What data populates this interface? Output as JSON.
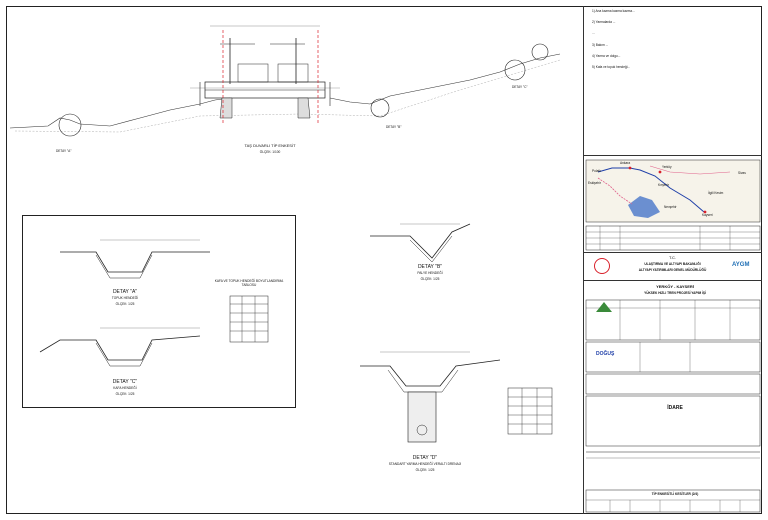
{
  "notes": [
    "1) Ana kazma kazma kazma...",
    "2) Yarmalarda ...",
    "...",
    "3) Bakım ...",
    "4) Yarma ve dolgu...",
    "5) Kafa ve topuk hendeği..."
  ],
  "main_section": {
    "title": "TAŞ DUVARLI TİP ENKESİT",
    "scale": "ÖLÇEK: 1/100",
    "detail_a_tag": "DETAY \"A\"",
    "detail_b_tag": "DETAY \"B\"",
    "detail_c_tag": "DETAY \"C\""
  },
  "detail_a": {
    "title": "DETAY \"A\"",
    "sub": "TOPUK HENDEĞİ",
    "scale": "ÖLÇEK: 1/25"
  },
  "detail_c": {
    "title": "DETAY \"C\"",
    "sub": "KAFA HENDEĞİ",
    "scale": "ÖLÇEK: 1/25"
  },
  "detail_b": {
    "title": "DETAY \"B\"",
    "sub": "PALYE HENDEĞİ",
    "scale": "ÖLÇEK: 1/25"
  },
  "detail_d": {
    "title": "DETAY \"D\"",
    "sub": "STANDART YARMA HENDEĞİ VERALTI DRENAJI",
    "scale": "ÖLÇEK: 1/25"
  },
  "kafa_table": {
    "title": "KAFA VE TOPUK HENDEĞİ BOYUTLANDIRMA TABLOSU"
  },
  "titleblock": {
    "ministry_tc": "T.C.",
    "ministry_1": "ULAŞTIRMA VE ALTYAPI BAKANLIĞI",
    "ministry_2": "ALTYAPI YATIRIMLARI GENEL MÜDÜRLÜĞÜ",
    "ayg_logo": "AYGM",
    "project_1": "YERKÖY - KAYSERİ",
    "project_2": "YÜKSEK HIZLI TREN PROJESİ YAPIM İŞİ",
    "idare": "İDARE",
    "drawing_label": "TİP ENKESİTLİ KESİTLER (2/4)",
    "company": "DOĞUŞ"
  },
  "map_labels": {
    "ankara": "Ankara",
    "polatli": "Polatlı",
    "yerkoy": "Yerköy",
    "sivas": "Sivas",
    "kirsehir": "Kırşehir",
    "ilgili_kesim": "İlgili Kesim",
    "eskisehir": "Eskişehir",
    "nevsehir": "Nevşehir",
    "kayseri": "Kayseri"
  },
  "colors": {
    "rail_red": "#d9212b",
    "route_blue": "#1f3fa8",
    "route_pink": "#e0608a",
    "lake": "#6b8fd0"
  }
}
